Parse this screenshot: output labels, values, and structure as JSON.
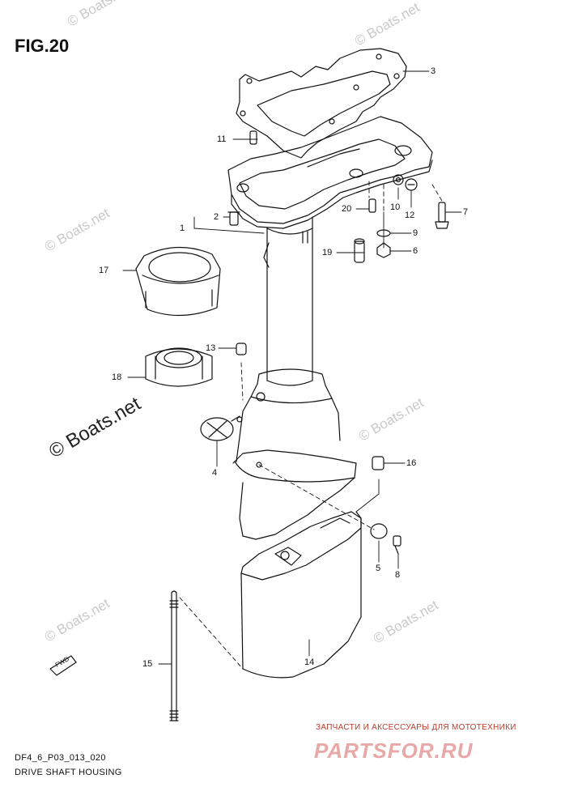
{
  "figure": {
    "title": "FIG.20",
    "code": "DF4_6_P03_013_020",
    "caption": "DRIVE SHAFT HOUSING"
  },
  "watermark": {
    "text": "© Boats.net"
  },
  "shop": {
    "tagline": "ЗАПЧАСТИ И АКСЕССУАРЫ ДЛЯ МОТОТЕХНИКИ",
    "logo": "PARTSFOR.RU"
  },
  "fwd_label": "FWD",
  "callouts": [
    "1",
    "2",
    "3",
    "4",
    "5",
    "6",
    "7",
    "8",
    "9",
    "10",
    "11",
    "12",
    "13",
    "14",
    "15",
    "16",
    "17",
    "18",
    "19",
    "20"
  ],
  "colors": {
    "line": "#111111",
    "watermark": "#c9c9c9",
    "shop_red": "#c0392b",
    "logo_pink": "#e8a8a8"
  }
}
